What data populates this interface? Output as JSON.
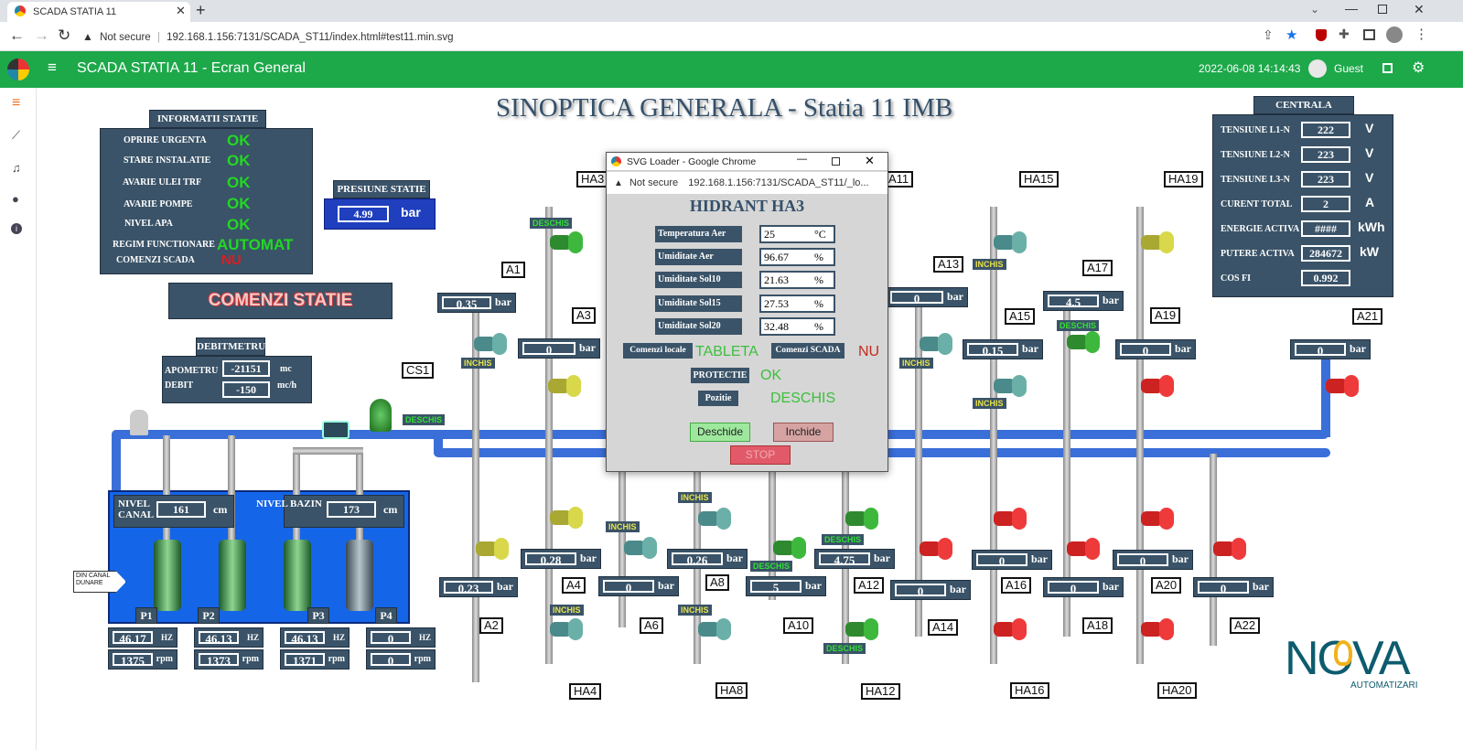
{
  "browser": {
    "tab_title": "SCADA STATIA 11",
    "security_label": "Not secure",
    "url": "192.168.1.156:7131/SCADA_ST11/index.html#test11.min.svg"
  },
  "appbar": {
    "title": "SCADA STATIA 11 - Ecran General",
    "datetime": "2022-06-08 14:14:43",
    "user": "Guest"
  },
  "main_title": "SINOPTICA GENERALA - Statia 11 IMB",
  "info_statie": {
    "title": "INFORMATII STATIE",
    "rows": [
      {
        "label": "OPRIRE URGENTA",
        "value": "OK"
      },
      {
        "label": "STARE INSTALATIE",
        "value": "OK"
      },
      {
        "label": "AVARIE ULEI TRF",
        "value": "OK"
      },
      {
        "label": "AVARIE POMPE",
        "value": "OK"
      },
      {
        "label": "NIVEL APA",
        "value": "OK"
      },
      {
        "label": "REGIM FUNCTIONARE",
        "value": "AUTOMAT"
      },
      {
        "label": "COMENZI SCADA",
        "value": "NU"
      }
    ]
  },
  "presiune": {
    "title": "PRESIUNE STATIE",
    "value": "4.99",
    "unit": "bar"
  },
  "comenzi_button": "COMENZI STATIE",
  "debitmetru": {
    "title": "DEBITMETRU",
    "apometru_label": "APOMETRU",
    "apometru_value": "-21151",
    "apometru_unit": "mc",
    "debit_label": "DEBIT",
    "debit_value": "-150",
    "debit_unit": "mc/h"
  },
  "cs1": {
    "label": "CS1",
    "state": "DESCHIS"
  },
  "bazin": {
    "canal_label": "NIVEL CANAL",
    "canal_value": "161",
    "canal_unit": "cm",
    "bazin_label": "NIVEL BAZIN",
    "bazin_value": "173",
    "bazin_unit": "cm",
    "source_label": "DIN CANAL DUNARE"
  },
  "pumps": [
    {
      "name": "P1",
      "hz": "46.17",
      "rpm": "1375"
    },
    {
      "name": "P2",
      "hz": "46.13",
      "rpm": "1373"
    },
    {
      "name": "P3",
      "hz": "46.13",
      "rpm": "1371"
    },
    {
      "name": "P4",
      "hz": "0",
      "rpm": "0"
    }
  ],
  "units": {
    "hz": "HZ",
    "rpm": "rpm",
    "bar": "bar"
  },
  "centrala": {
    "title": "CENTRALA MASURA",
    "rows": [
      {
        "label": "TENSIUNE L1-N",
        "value": "222",
        "unit": "V"
      },
      {
        "label": "TENSIUNE L2-N",
        "value": "223",
        "unit": "V"
      },
      {
        "label": "TENSIUNE L3-N",
        "value": "223",
        "unit": "V"
      },
      {
        "label": "CURENT TOTAL",
        "value": "2",
        "unit": "A"
      },
      {
        "label": "ENERGIE ACTIVA",
        "value": "####",
        "unit": "kWh"
      },
      {
        "label": "PUTERE ACTIVA",
        "value": "284672",
        "unit": "kW"
      },
      {
        "label": "COS FI",
        "value": "0.992",
        "unit": ""
      }
    ]
  },
  "sensors": {
    "A1": "0.35",
    "A2": "0.23",
    "A3": "0",
    "A4": "0.28",
    "A6": "0",
    "A8": "0.26",
    "A10": "5",
    "A12": "4.75",
    "A13": "0",
    "A14": "0",
    "A15": "0.15",
    "A16": "0",
    "A17": "4.5",
    "A18": "0",
    "A19": "0",
    "A20": "0",
    "A21": "0",
    "A22": "0"
  },
  "tag_labels": {
    "A1": "A1",
    "A2": "A2",
    "A3": "A3",
    "A4": "A4",
    "A6": "A6",
    "A8": "A8",
    "A10": "A10",
    "A11": "A11",
    "A12": "A12",
    "A13": "A13",
    "A14": "A14",
    "A15": "A15",
    "A16": "A16",
    "A17": "A17",
    "A18": "A18",
    "A19": "A19",
    "A20": "A20",
    "A21": "A21",
    "A22": "A22",
    "HA3": "HA3",
    "HA4": "HA4",
    "HA8": "HA8",
    "HA12": "HA12",
    "HA15": "HA15",
    "HA16": "HA16",
    "HA19": "HA19",
    "HA20": "HA20"
  },
  "states": {
    "inchis": "INCHIS",
    "deschis": "DESCHIS"
  },
  "dialog": {
    "window_title": "SVG Loader - Google Chrome",
    "security_label": "Not secure",
    "url": "192.168.1.156:7131/SCADA_ST11/_lo...",
    "heading": "HIDRANT HA3",
    "rows": [
      {
        "label": "Temperatura Aer",
        "value": "25",
        "unit": "°C"
      },
      {
        "label": "Umiditate Aer",
        "value": "96.67",
        "unit": "%"
      },
      {
        "label": "Umiditate Sol10",
        "value": "21.63",
        "unit": "%"
      },
      {
        "label": "Umiditate Sol15",
        "value": "27.53",
        "unit": "%"
      },
      {
        "label": "Umiditate Sol20",
        "value": "32.48",
        "unit": "%"
      }
    ],
    "local_label": "Comenzi locale",
    "local_value": "TABLETA",
    "scada_label": "Comenzi SCADA",
    "scada_value": "NU",
    "protectie_label": "PROTECTIE",
    "protectie_value": "OK",
    "pozitie_label": "Pozitie",
    "pozitie_value": "DESCHIS",
    "btn_open": "Deschide",
    "btn_close": "Inchide",
    "btn_stop": "STOP"
  },
  "logo": {
    "text": "NOVA",
    "sub": "AUTOMATIZARI"
  },
  "colors": {
    "appbar": "#1da84a",
    "panel": "#3a5368",
    "ok": "#22d822",
    "alarm": "#e21b1b",
    "pressure": "#1f3fbf",
    "basin": "#1565e8"
  }
}
